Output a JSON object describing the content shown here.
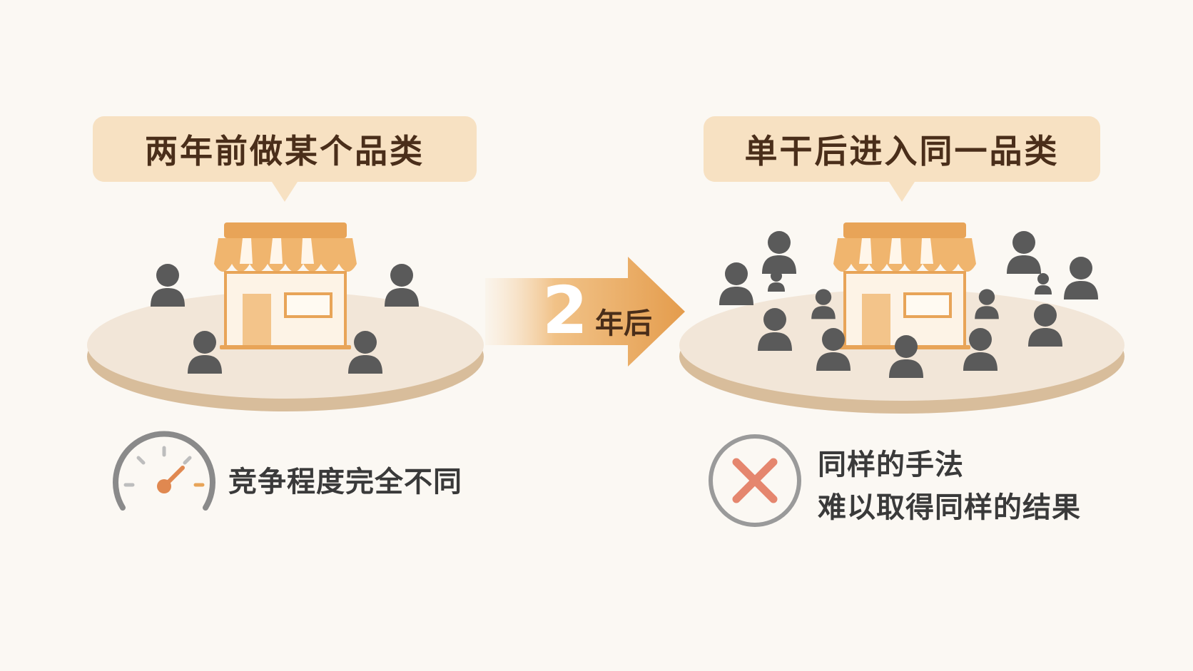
{
  "left": {
    "bubble_text": "两年前做某个品类",
    "caption": "竞争程度完全不同"
  },
  "transition": {
    "number": "2",
    "unit": "年后"
  },
  "right": {
    "bubble_text": "单干后进入同一品类",
    "caption_line1": "同样的手法",
    "caption_line2": "难以取得同样的结果"
  },
  "icons": {
    "left_scene": "store-with-few-people-icon",
    "right_scene": "store-with-many-people-icon",
    "gauge": "speedometer-icon",
    "cross": "cross-circle-icon"
  },
  "colors": {
    "background": "#fbf8f3",
    "bubble": "#f7e1c2",
    "accent_orange": "#e8a458",
    "person": "#5a5a5a",
    "text_dark": "#3a3a3a"
  }
}
